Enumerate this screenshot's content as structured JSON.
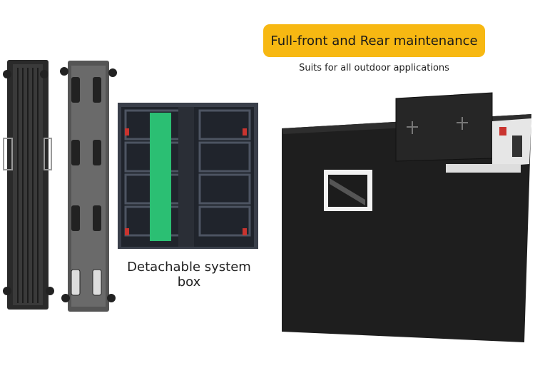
{
  "heading": {
    "badge_text": "Full-front and Rear maintenance",
    "subtitle": "Suits for all outdoor applications"
  },
  "captions": {
    "system_box": "Detachable system box"
  },
  "colors": {
    "badge": "#f7b812",
    "panel_dark": "#262626",
    "pcb_green": "#2bbf73",
    "handle_red": "#c9342f"
  }
}
